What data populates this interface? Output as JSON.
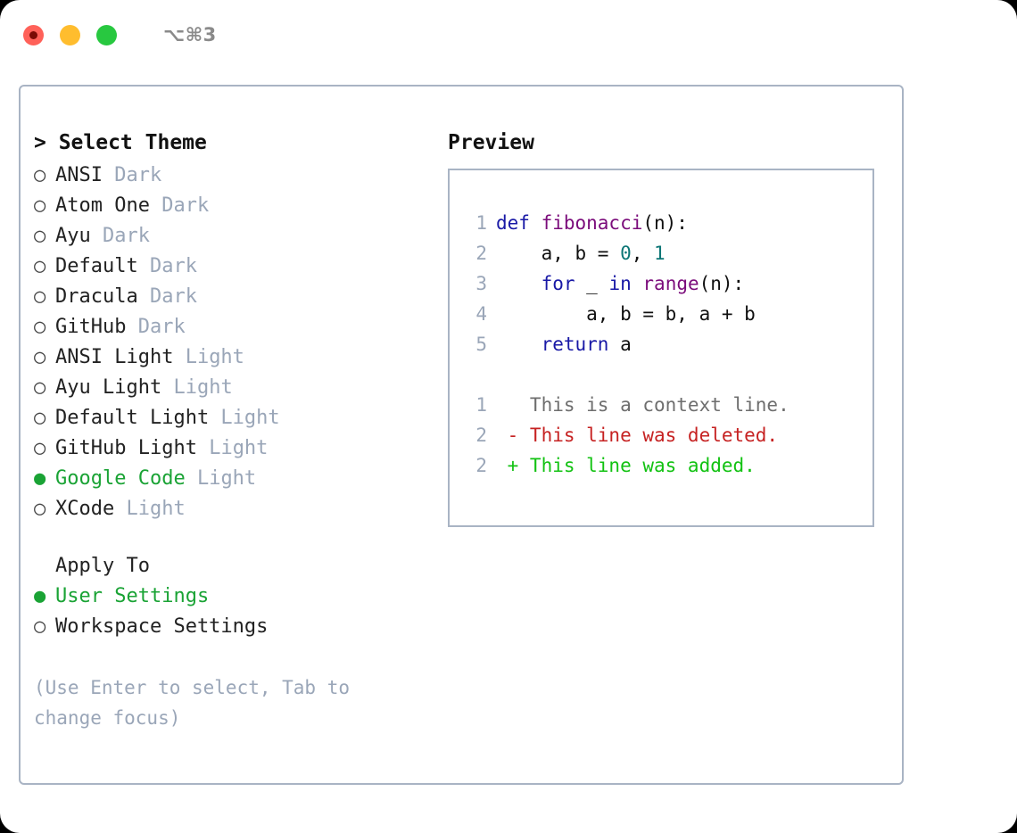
{
  "titlebar": {
    "shortcut": "⌥⌘3",
    "lights": [
      "close",
      "minimize",
      "zoom"
    ]
  },
  "theme_panel": {
    "title": "> Select Theme",
    "items": [
      {
        "marker": "off",
        "name": "ANSI",
        "kind": "Dark",
        "selected": false
      },
      {
        "marker": "off",
        "name": "Atom One",
        "kind": "Dark",
        "selected": false
      },
      {
        "marker": "off",
        "name": "Ayu",
        "kind": "Dark",
        "selected": false
      },
      {
        "marker": "off",
        "name": "Default",
        "kind": "Dark",
        "selected": false
      },
      {
        "marker": "off",
        "name": "Dracula",
        "kind": "Dark",
        "selected": false
      },
      {
        "marker": "off",
        "name": "GitHub",
        "kind": "Dark",
        "selected": false
      },
      {
        "marker": "off",
        "name": "ANSI Light",
        "kind": "Light",
        "selected": false
      },
      {
        "marker": "off",
        "name": "Ayu Light",
        "kind": "Light",
        "selected": false
      },
      {
        "marker": "off",
        "name": "Default Light",
        "kind": "Light",
        "selected": false
      },
      {
        "marker": "off",
        "name": "GitHub Light",
        "kind": "Light",
        "selected": false
      },
      {
        "marker": "on",
        "name": "Google Code",
        "kind": "Light",
        "selected": true
      },
      {
        "marker": "off",
        "name": "XCode",
        "kind": "Light",
        "selected": false
      }
    ]
  },
  "apply_to": {
    "title": "Apply To",
    "items": [
      {
        "marker": "on",
        "name": "User Settings",
        "kind": "",
        "selected": true
      },
      {
        "marker": "off",
        "name": "Workspace Settings",
        "kind": "",
        "selected": false
      }
    ]
  },
  "hint": "(Use Enter to select, Tab to change focus)",
  "preview": {
    "title": "Preview",
    "code_lines": [
      {
        "num": "1",
        "tokens": [
          {
            "t": "def ",
            "c": "kw"
          },
          {
            "t": "fibonacci",
            "c": "fn"
          },
          {
            "t": "(n):",
            "c": "plain"
          }
        ]
      },
      {
        "num": "2",
        "tokens": [
          {
            "t": "    a, b = ",
            "c": "plain"
          },
          {
            "t": "0",
            "c": "num"
          },
          {
            "t": ", ",
            "c": "plain"
          },
          {
            "t": "1",
            "c": "num"
          }
        ]
      },
      {
        "num": "3",
        "tokens": [
          {
            "t": "    ",
            "c": "plain"
          },
          {
            "t": "for",
            "c": "kw"
          },
          {
            "t": " _ ",
            "c": "plain"
          },
          {
            "t": "in",
            "c": "kw"
          },
          {
            "t": " ",
            "c": "plain"
          },
          {
            "t": "range",
            "c": "fn"
          },
          {
            "t": "(n):",
            "c": "plain"
          }
        ]
      },
      {
        "num": "4",
        "tokens": [
          {
            "t": "        a, b = b, a + b",
            "c": "plain"
          }
        ]
      },
      {
        "num": "5",
        "tokens": [
          {
            "t": "    ",
            "c": "plain"
          },
          {
            "t": "return",
            "c": "kw"
          },
          {
            "t": " a",
            "c": "plain"
          }
        ]
      }
    ],
    "diff_lines": [
      {
        "num": "1",
        "sign": " ",
        "text": " This is a context line.",
        "kind": "ctx"
      },
      {
        "num": "2",
        "sign": "-",
        "text": " This line was deleted.",
        "kind": "del"
      },
      {
        "num": "2",
        "sign": "+",
        "text": " This line was added.",
        "kind": "add"
      }
    ]
  },
  "colors": {
    "accent_green": "#1aa335",
    "muted": "#9aa6b8",
    "border": "#a9b4c4",
    "keyword": "#1919a6",
    "function": "#7b0c7b",
    "number": "#0d7676",
    "diff_add": "#12c212",
    "diff_del": "#c62222",
    "diff_ctx": "#6e6e6e",
    "light_red": "#ff6159",
    "light_yellow": "#ffbd2e",
    "light_green": "#28c840"
  }
}
